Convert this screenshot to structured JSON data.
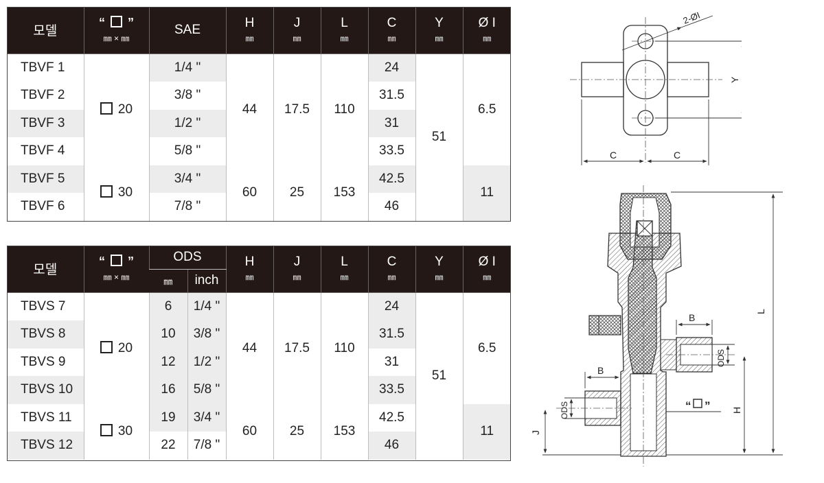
{
  "table_vf": {
    "headers": {
      "model": "모델",
      "sq_open": "“",
      "sq_close": "”",
      "sq_unit": "㎜ × ㎜",
      "sae": "SAE",
      "h": "H",
      "j": "J",
      "l": "L",
      "c": "C",
      "y": "Y",
      "phi": "Ø I",
      "mm": "㎜"
    },
    "rows": [
      {
        "model": "TBVF 1",
        "sae": "1/4 \"",
        "c": "24"
      },
      {
        "model": "TBVF 2",
        "sae": "3/8 \"",
        "c": "31.5"
      },
      {
        "model": "TBVF 3",
        "sae": "1/2 \"",
        "c": "31"
      },
      {
        "model": "TBVF 4",
        "sae": "5/8 \"",
        "c": "33.5"
      },
      {
        "model": "TBVF 5",
        "sae": "3/4 \"",
        "c": "42.5"
      },
      {
        "model": "TBVF 6",
        "sae": "7/8 \"",
        "c": "46"
      }
    ],
    "group1": {
      "sq": "20",
      "h": "44",
      "j": "17.5",
      "l": "110",
      "phi": "6.5"
    },
    "group2": {
      "sq": "30",
      "h": "60",
      "j": "25",
      "l": "153",
      "phi": "11"
    },
    "y": "51"
  },
  "table_vs": {
    "headers": {
      "model": "모델",
      "sq_open": "“",
      "sq_close": "”",
      "sq_unit": "㎜ × ㎜",
      "ods": "ODS",
      "mm_col": "㎜",
      "inch_col": "inch",
      "h": "H",
      "j": "J",
      "l": "L",
      "c": "C",
      "y": "Y",
      "phi": "Ø I",
      "mm": "㎜"
    },
    "rows": [
      {
        "model": "TBVS 7",
        "mm": "6",
        "inch": "1/4 \"",
        "c": "24"
      },
      {
        "model": "TBVS 8",
        "mm": "10",
        "inch": "3/8 \"",
        "c": "31.5"
      },
      {
        "model": "TBVS 9",
        "mm": "12",
        "inch": "1/2 \"",
        "c": "31"
      },
      {
        "model": "TBVS 10",
        "mm": "16",
        "inch": "5/8 \"",
        "c": "33.5"
      },
      {
        "model": "TBVS 11",
        "mm": "19",
        "inch": "3/4 \"",
        "c": "42.5"
      },
      {
        "model": "TBVS 12",
        "mm": "22",
        "inch": "7/8 \"",
        "c": "46"
      }
    ],
    "group1": {
      "sq": "20",
      "h": "44",
      "j": "17.5",
      "l": "110",
      "phi": "6.5"
    },
    "group2": {
      "sq": "30",
      "h": "60",
      "j": "25",
      "l": "153",
      "phi": "11"
    },
    "y": "51"
  },
  "drawing_top": {
    "hole_label": "2-ØI",
    "y": "Y",
    "c_left": "C",
    "c_right": "C"
  },
  "drawing_section": {
    "b_right": "B",
    "b_left": "B",
    "ods_right": "ODS",
    "ods_left": "ODS",
    "l": "L",
    "h": "H",
    "j": "J",
    "sq_open": "“",
    "sq_close": "”"
  }
}
